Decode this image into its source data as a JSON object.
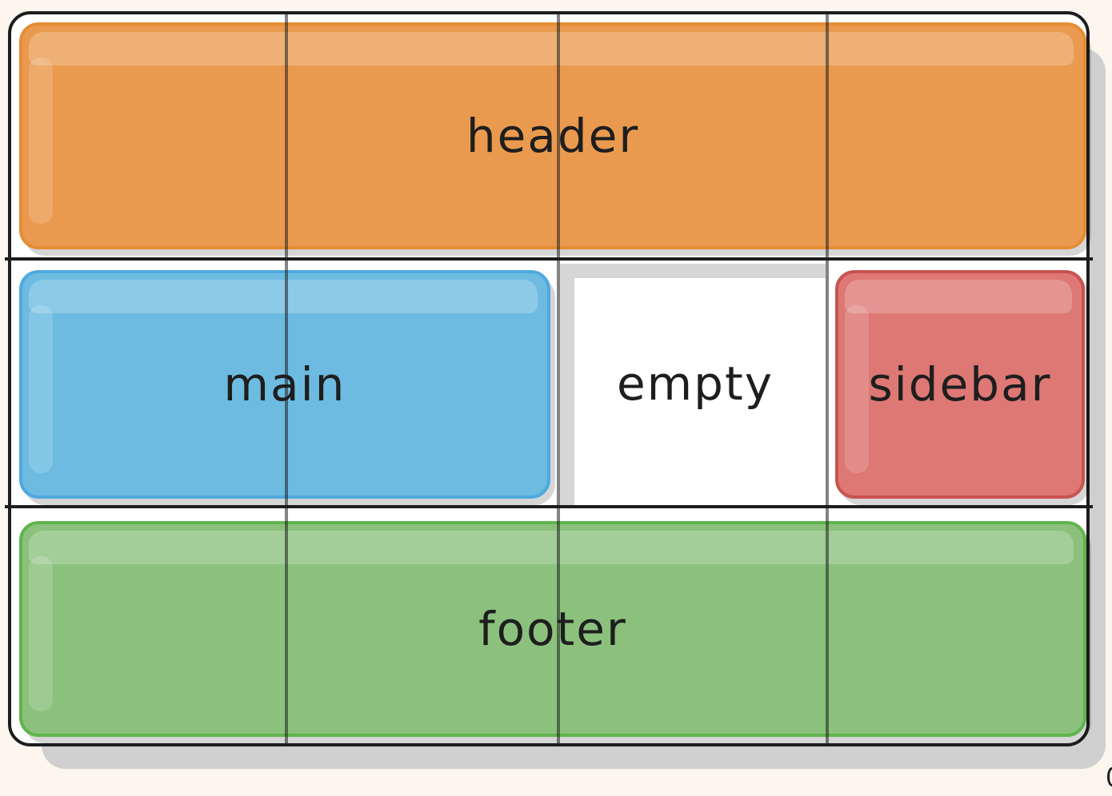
{
  "diagram": {
    "areas": {
      "header": {
        "label": "header",
        "color": "#ea9a4f"
      },
      "main": {
        "label": "main",
        "color": "#6dbbe1"
      },
      "empty": {
        "label": "empty",
        "color": "#ffffff"
      },
      "sidebar": {
        "label": "sidebar",
        "color": "#dd7874"
      },
      "footer": {
        "label": "footer",
        "color": "#8bc17d"
      }
    },
    "grid": {
      "columns": 4,
      "rows": 3
    }
  }
}
